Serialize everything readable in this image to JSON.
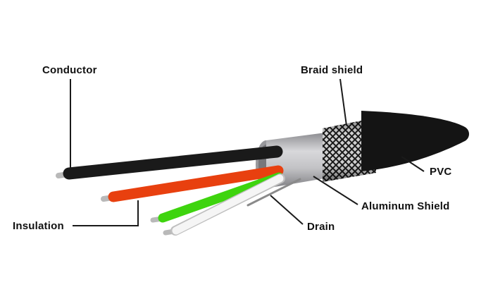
{
  "labels": {
    "conductor": "Conductor",
    "braid_shield": "Braid shield",
    "pvc": "PVC",
    "aluminum_shield": "Aluminum Shield",
    "drain": "Drain",
    "insulation": "Insulation"
  },
  "colors": {
    "black_insulation": "#1a1a1a",
    "red_insulation": "#e8400f",
    "green_insulation": "#3ed40e",
    "white_insulation": "#f5f5f5",
    "white_insulation_edge": "#bfbfbf",
    "bare_conductor": "#b9b9b9",
    "drain_wire": "#8a8a8a",
    "pvc_jacket": "#141414"
  }
}
